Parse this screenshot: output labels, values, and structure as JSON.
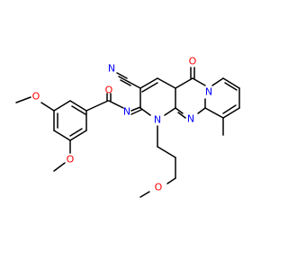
{
  "colors": {
    "bond": "#000000",
    "carbon": "#000000",
    "nitrogen": "#0000ff",
    "oxygen": "#ff0000",
    "background": "#ffffff"
  },
  "atoms": {
    "n_nitrile": "N",
    "o_carbonyl_ring": "O",
    "o_amide": "O",
    "n_imine": "N",
    "n_ring_1": "N",
    "n_ring_3": "N",
    "n_ring_bridge": "N",
    "o_methoxy_top": "O",
    "o_methoxy_bottom": "O",
    "o_methoxy_chain": "O"
  }
}
